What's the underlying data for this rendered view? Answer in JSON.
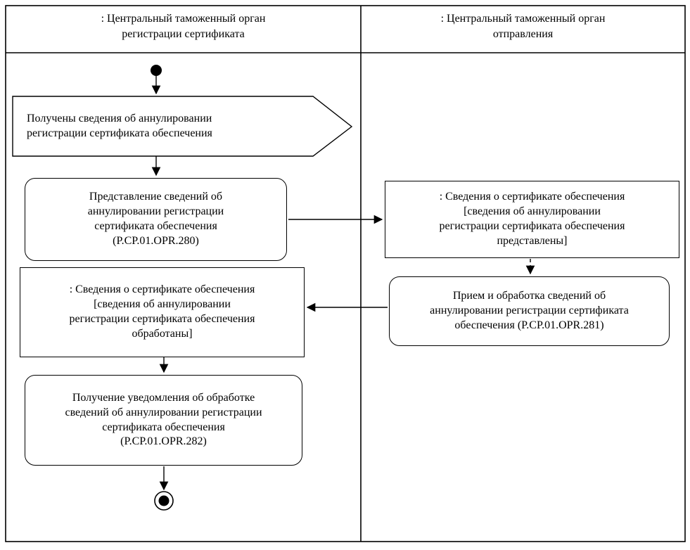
{
  "diagram": {
    "type": "uml-activity-diagram-with-swimlanes",
    "colors": {
      "line": "#000000",
      "background": "#ffffff"
    },
    "lanes": [
      {
        "title": ": Центральный таможенный орган\nрегистрации сертификата"
      },
      {
        "title": ": Центральный таможенный орган\nотправления"
      }
    ],
    "nodes": {
      "signal_received": {
        "shape": "signal",
        "text": "Получены сведения об аннулировании\nрегистрации сертификата обеспечения"
      },
      "action_280": {
        "shape": "rounded-action",
        "text": "Представление сведений об\nаннулировании регистрации\nсертификата обеспечения\n(P.CP.01.OPR.280)"
      },
      "object_submitted": {
        "shape": "object",
        "text": ": Сведения о сертификате обеспечения\n[сведения об аннулировании\nрегистрации сертификата обеспечения\nпредставлены]"
      },
      "action_281": {
        "shape": "rounded-action",
        "text": "Прием и обработка сведений об\nаннулировании регистрации сертификата\nобеспечения (P.CP.01.OPR.281)"
      },
      "object_processed": {
        "shape": "object",
        "text": ": Сведения о сертификате обеспечения\n[сведения об аннулировании\nрегистрации сертификата обеспечения\nобработаны]"
      },
      "action_282": {
        "shape": "rounded-action",
        "text": "Получение уведомления об обработке\nсведений об аннулировании регистрации\nсертификата обеспечения\n(P.CP.01.OPR.282)"
      }
    }
  }
}
